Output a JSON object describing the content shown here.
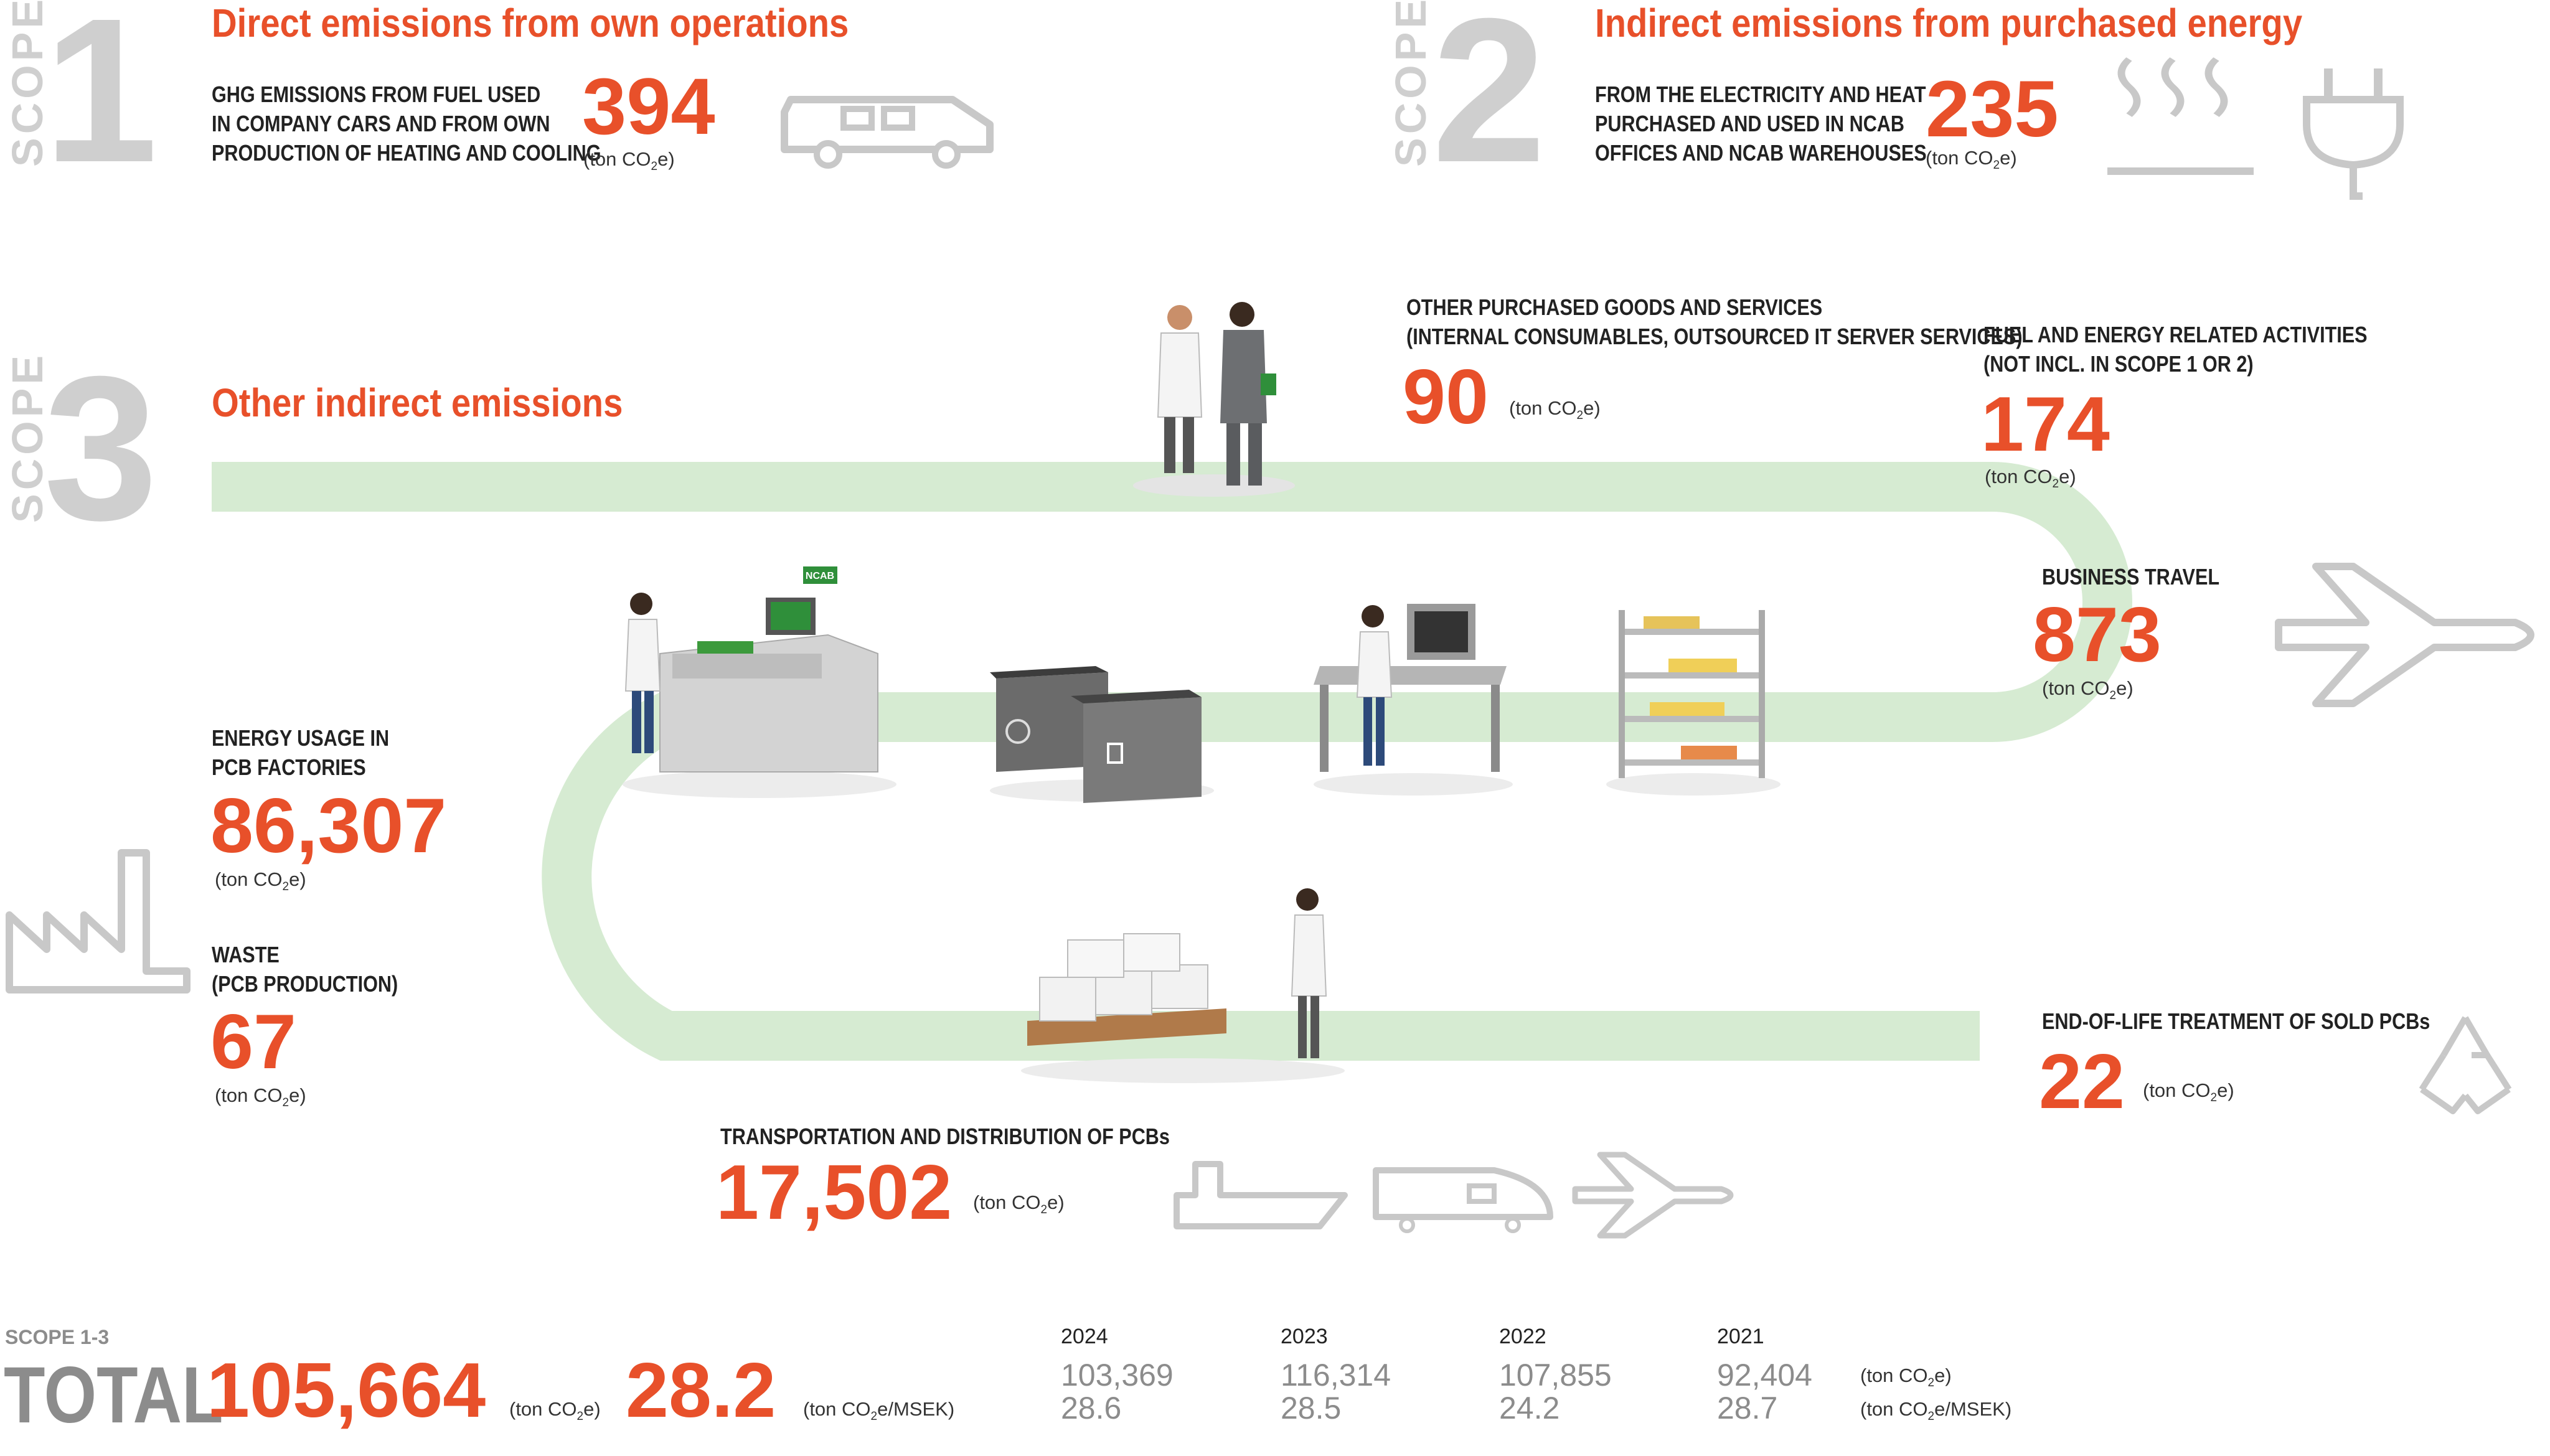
{
  "scope_word": "SCOPE",
  "scope1": {
    "number": "1",
    "title": "Direct emissions from own operations",
    "label": "GHG EMISSIONS FROM FUEL USED\nIN COMPANY CARS AND FROM OWN\nPRODUCTION OF HEATING AND COOLING",
    "value": "394",
    "icon": "car-icon"
  },
  "scope2": {
    "number": "2",
    "title": "Indirect emissions from purchased energy",
    "label": "FROM THE ELECTRICITY AND HEAT\nPURCHASED AND USED IN NCAB\nOFFICES AND NCAB WAREHOUSES",
    "value": "235",
    "icons": [
      "heat-icon",
      "plug-icon"
    ]
  },
  "scope3": {
    "number": "3",
    "title": "Other indirect emissions",
    "items": {
      "goods": {
        "label": "OTHER PURCHASED GOODS AND SERVICES\n(INTERNAL CONSUMABLES, OUTSOURCED IT SERVER SERVICES)",
        "value": "90"
      },
      "fuel": {
        "label": "FUEL AND ENERGY RELATED ACTIVITIES\n(NOT INCL. IN SCOPE 1 OR 2)",
        "value": "174"
      },
      "travel": {
        "label": "BUSINESS TRAVEL",
        "value": "873",
        "icon": "airplane-icon"
      },
      "energy": {
        "label": "ENERGY USAGE IN\nPCB FACTORIES",
        "value": "86,307",
        "icon": "factory-icon"
      },
      "waste": {
        "label": "WASTE\n(PCB PRODUCTION)",
        "value": "67"
      },
      "eol": {
        "label": "END-OF-LIFE TREATMENT OF SOLD PCBs",
        "value": "22",
        "icon": "recycle-icon"
      },
      "transport": {
        "label": "TRANSPORTATION AND DISTRIBUTION OF PCBs",
        "value": "17,502",
        "icons": [
          "ship-icon",
          "train-icon",
          "plane-icon"
        ]
      }
    }
  },
  "units": {
    "ton_prefix": "(ton CO",
    "ton_suffix": "e)",
    "msek_suffix": "e/MSEK)",
    "sub": "2"
  },
  "total": {
    "scope_label": "SCOPE 1-3",
    "word": "TOTAL",
    "value": "105,664",
    "intensity": "28.2",
    "history": [
      {
        "year": "2024",
        "value": "103,369",
        "intensity": "28.6"
      },
      {
        "year": "2023",
        "value": "116,314",
        "intensity": "28.5"
      },
      {
        "year": "2022",
        "value": "107,855",
        "intensity": "24.2"
      },
      {
        "year": "2021",
        "value": "92,404",
        "intensity": "28.7"
      }
    ]
  },
  "illustration_text": {
    "ncab": "NCAB"
  },
  "colors": {
    "accent": "#e8502a",
    "path": "#d6ebd2",
    "path_dark": "#86c380",
    "grey_icon": "#c8c8c8",
    "scope_grey": "#cfcfcf"
  }
}
